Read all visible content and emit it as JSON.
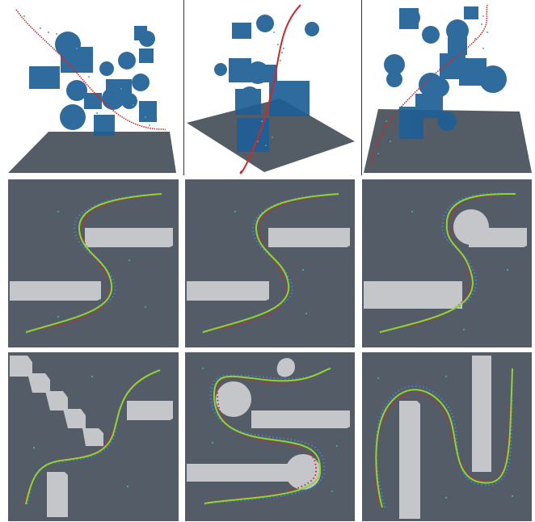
{
  "figure": {
    "rows": [
      {
        "panels": [
          "3d-scene-1",
          "3d-scene-2",
          "3d-scene-3"
        ]
      },
      {
        "panels": [
          "planar-scene-1",
          "planar-scene-2",
          "planar-scene-3"
        ]
      },
      {
        "panels": [
          "planar-scene-4",
          "planar-scene-5",
          "planar-scene-6"
        ]
      }
    ],
    "colors": {
      "floor_3d": "#545c66",
      "obstacle_3d": "#1f5f96",
      "path_red": "#cc2a2a",
      "particles_3d": "#4aa8a8",
      "planar_bg": "#535c67",
      "planar_obstacle": "#c4c6ca",
      "path_blue": "#3a86d0",
      "path_green": "#8fd430",
      "path_orange": "#e08a2a",
      "goal_marker": "#3ea886"
    }
  }
}
